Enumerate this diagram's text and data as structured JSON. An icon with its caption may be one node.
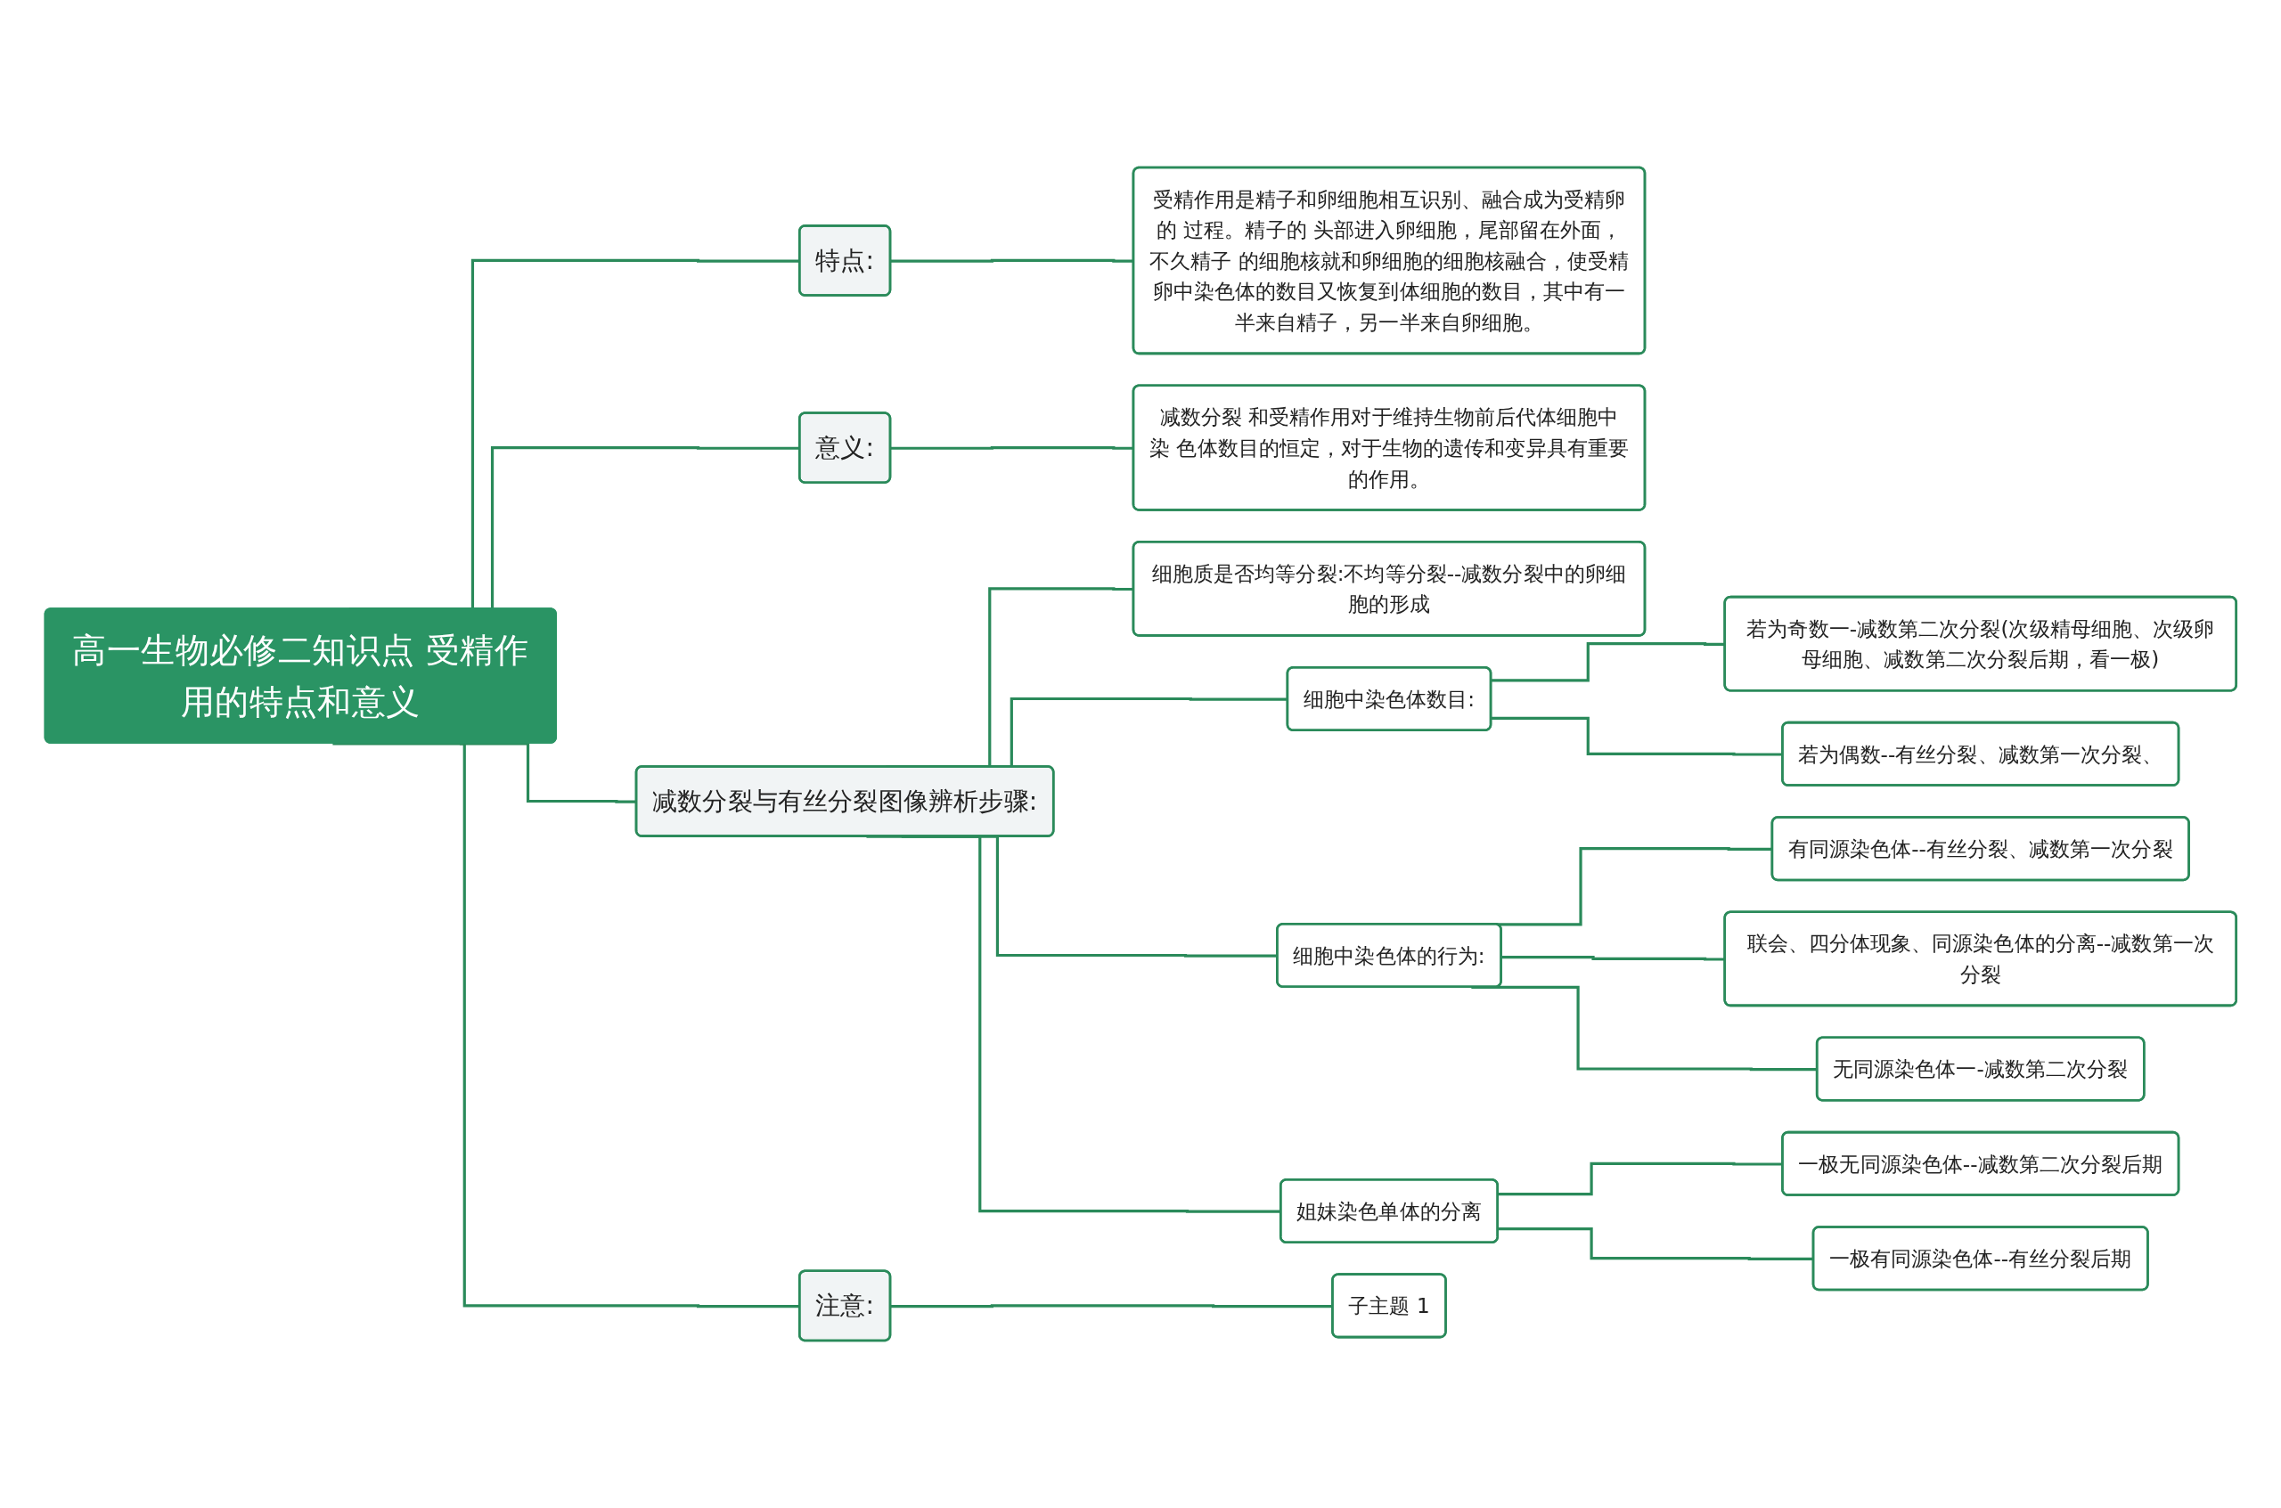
{
  "diagram": {
    "nodes": [
      {
        "text": [
          "高一生物必修二知识点 受精作用的特点和意义"
        ]
      },
      {
        "text": [
          "特点:"
        ]
      },
      {
        "text": [
          "受精作用是精子和卵细胞相互识别、融合成为受精卵的 过程。精子的 头部进入卵细胞，尾部留在外面，不久精子 的细胞核就和卵细胞的细胞核融合，使受精卵中染色体的数目又恢复到体细胞的数目，其中有一半来自精子，另一半来自卵细胞。"
        ]
      },
      {
        "text": [
          "意义:"
        ]
      },
      {
        "text": [
          "减数分裂 和受精作用对于维持生物前后代体细胞中染 色体数目的恒定，对于生物的遗传和变异具有重要的作用。"
        ]
      },
      {
        "text": [
          "减数分裂与有丝分裂图像辨析步骤:"
        ]
      },
      {
        "text": [
          "细胞质是否均等分裂:不均等分裂--减数分裂中的卵细胞的形成"
        ]
      },
      {
        "text": [
          "细胞中染色体数目:"
        ]
      },
      {
        "text": [
          "若为奇数一-减数第二次分裂(次级精母细胞、次级卵母细胞、减数第二次分裂后期，看一极)"
        ]
      },
      {
        "text": [
          "若为偶数--有丝分裂、减数第一次分裂、"
        ]
      },
      {
        "text": [
          "细胞中染色体的行为:"
        ]
      },
      {
        "text": [
          "有同源染色体--有丝分裂、减数第一次分裂"
        ]
      },
      {
        "text": [
          "联会、四分体现象、同源染色体的分离--减数第一次分裂"
        ]
      },
      {
        "text": [
          "无同源染色体一-减数第二次分裂"
        ]
      },
      {
        "text": [
          "姐妹染色单体的分离"
        ]
      },
      {
        "text": [
          "一极无同源染色体--减数第二次分裂后期"
        ]
      },
      {
        "text": [
          "一极有同源染色体--有丝分裂后期"
        ]
      },
      {
        "text": [
          "注意:"
        ]
      },
      {
        "text": [
          "子主题 1"
        ]
      }
    ],
    "edges": [
      {
        "from": 0,
        "to": 1,
        "arrow": "none"
      },
      {
        "from": 1,
        "to": 2,
        "arrow": "none"
      },
      {
        "from": 0,
        "to": 3,
        "arrow": "none"
      },
      {
        "from": 3,
        "to": 4,
        "arrow": "none"
      },
      {
        "from": 0,
        "to": 5,
        "arrow": "none"
      },
      {
        "from": 5,
        "to": 6,
        "arrow": "none"
      },
      {
        "from": 5,
        "to": 7,
        "arrow": "none"
      },
      {
        "from": 7,
        "to": 8,
        "arrow": "none"
      },
      {
        "from": 7,
        "to": 9,
        "arrow": "none"
      },
      {
        "from": 5,
        "to": 10,
        "arrow": "none"
      },
      {
        "from": 10,
        "to": 11,
        "arrow": "none"
      },
      {
        "from": 10,
        "to": 12,
        "arrow": "none"
      },
      {
        "from": 10,
        "to": 13,
        "arrow": "none"
      },
      {
        "from": 5,
        "to": 14,
        "arrow": "none"
      },
      {
        "from": 14,
        "to": 15,
        "arrow": "none"
      },
      {
        "from": 14,
        "to": 16,
        "arrow": "none"
      },
      {
        "from": 0,
        "to": 17,
        "arrow": "none"
      },
      {
        "from": 17,
        "to": 18,
        "arrow": "none"
      }
    ]
  }
}
